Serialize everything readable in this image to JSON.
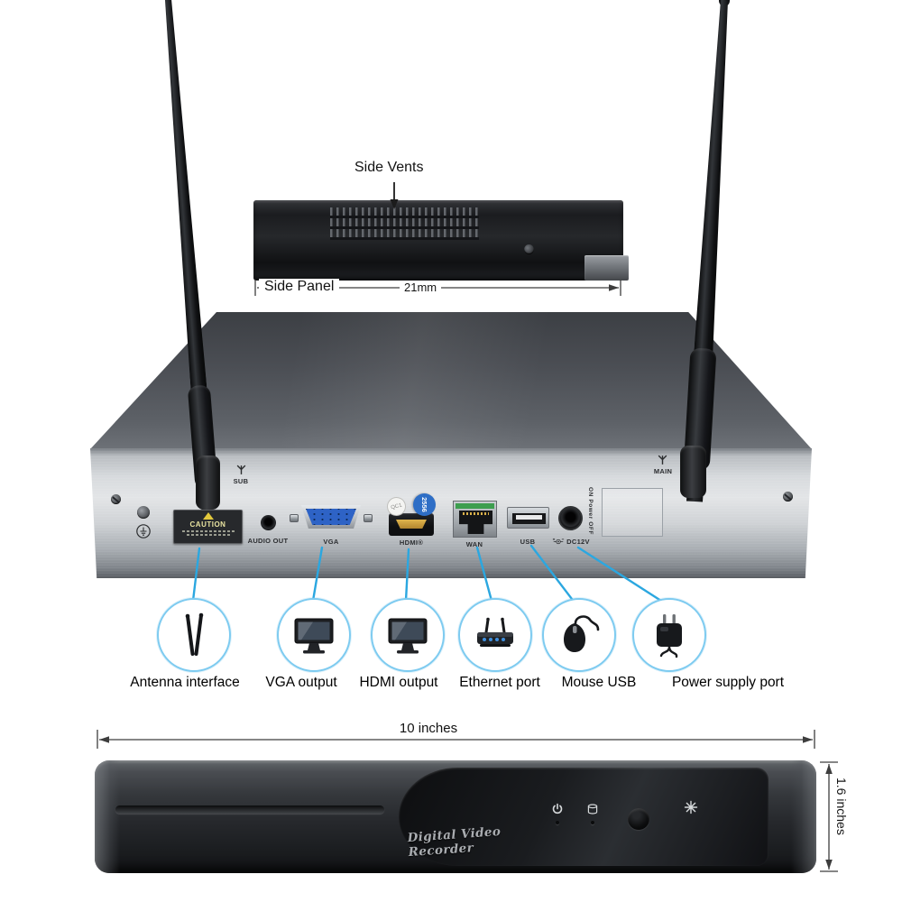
{
  "side_view": {
    "vents_label": "Side Vents",
    "panel_label": "Side Panel",
    "thickness_label": "21mm"
  },
  "rear_panel": {
    "caution_label": "CAUTION",
    "antenna_sub": "SUB",
    "antenna_main": "MAIN",
    "audio_label": "AUDIO OUT",
    "vga_label": "VGA",
    "hdmi_label": "HDMI®",
    "wan_label": "WAN",
    "usb_label": "USB",
    "dc_label": "DC12V",
    "power_switch_label": "ON Power OFF",
    "sticker_qc": "QC1",
    "sticker_serial": "2556"
  },
  "callouts": [
    {
      "label": "Antenna interface",
      "icon": "antenna-icon"
    },
    {
      "label": "VGA output",
      "icon": "monitor-icon"
    },
    {
      "label": "HDMI output",
      "icon": "monitor-icon"
    },
    {
      "label": "Ethernet port",
      "icon": "router-icon"
    },
    {
      "label": "Mouse USB",
      "icon": "mouse-icon"
    },
    {
      "label": "Power supply port",
      "icon": "power-adapter-icon"
    }
  ],
  "front_view": {
    "width_label": "10 inches",
    "height_label": "1.6 inches",
    "brand_label": "Digital Video Recorder"
  },
  "colors": {
    "callout_line": "#2ba7e0",
    "callout_ring": "#7ecbf0",
    "dimension_line": "#3d3d3d",
    "vga_blue": "#2e63c6",
    "sticker_blue": "#2e6ec6",
    "caution_yellow": "#e2c83c"
  }
}
